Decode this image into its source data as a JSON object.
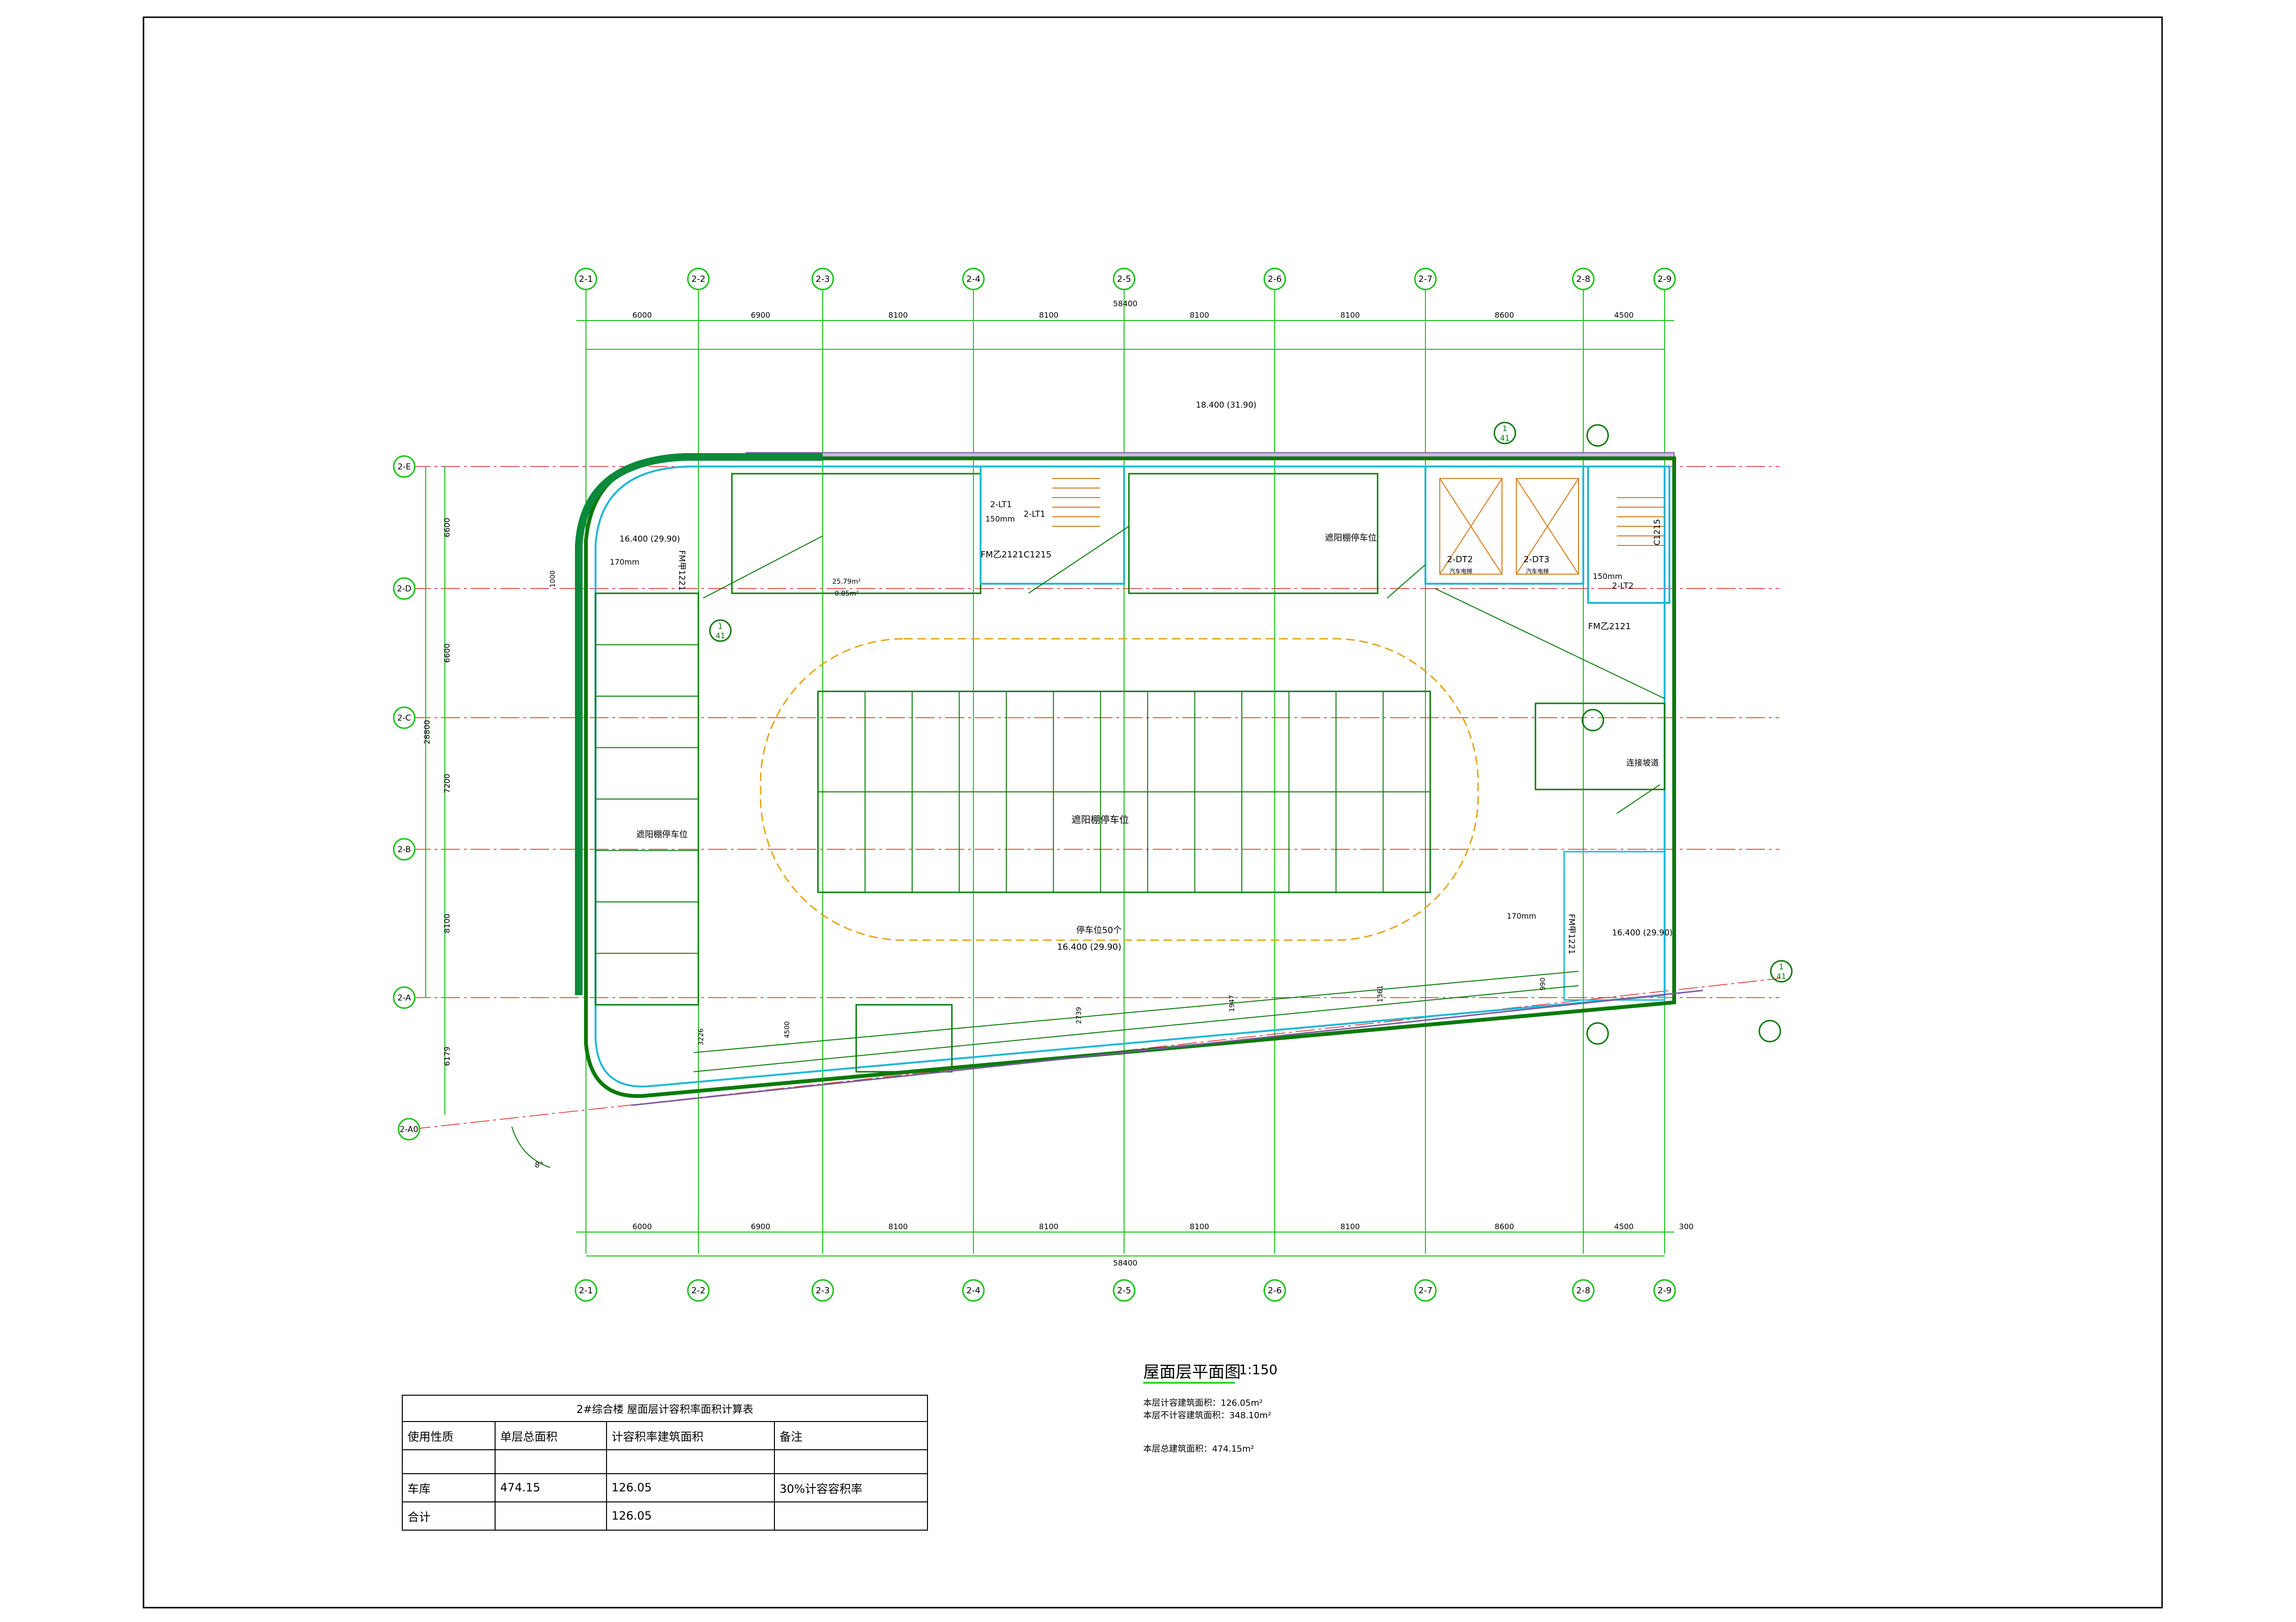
{
  "grid": {
    "columns": [
      "2-1",
      "2-2",
      "2-3",
      "2-4",
      "2-5",
      "2-6",
      "2-7",
      "2-8",
      "2-9"
    ],
    "rows": [
      "2-E",
      "2-D",
      "2-C",
      "2-B",
      "2-A",
      "2-A0"
    ],
    "top_spans": [
      "6000",
      "6900",
      "8100",
      "8100",
      "8100",
      "8100",
      "8600",
      "4500"
    ],
    "top_total": "58400",
    "bottom_spans": [
      "6000",
      "6900",
      "8100",
      "8100",
      "8100",
      "8100",
      "8600",
      "4500"
    ],
    "bottom_total": "58400",
    "bottom_extra": "300",
    "left_spans": [
      "6600",
      "6600",
      "7200",
      "8100",
      "6179"
    ],
    "left_total": "28800",
    "left_small": "1000",
    "angle": "8°"
  },
  "plan_labels": {
    "parking_center": "遮阳棚停车位",
    "parking_left": "遮阳棚停车位",
    "parking_right": "遮阳棚停车位",
    "parking_count": "停车位50个",
    "elev_main": "16.400 (29.90)",
    "elev_left": "16.400 (29.90)",
    "elev_right": "16.400 (29.90)",
    "elev_top": "18.400 (31.90)",
    "door_left": "FM甲1221",
    "door_mid": "FM乙2121",
    "window_mid": "C1215",
    "door_right": "FM乙2121",
    "door_right_low": "FM甲1221",
    "window_right": "C1215",
    "stair_1": "2-LT1",
    "stair_1b": "2-LT1",
    "stair_2": "2-LT2",
    "elevator_2": "2-DT2",
    "elevator_3": "2-DT3",
    "elevator_note": "汽车电梯",
    "ramp_note": "连接坡道",
    "thick_150": "150mm",
    "thick_170": "170mm",
    "area_small": "25.79m²",
    "area_small2": "0.85m²",
    "detail_41": "41",
    "detail_1": "1",
    "dim_vertical": [
      "3226",
      "4500",
      "2739",
      "1947",
      "1361",
      "990"
    ]
  },
  "title_block": {
    "title": "屋面层平面图",
    "scale": "1:150",
    "line1": "本层计容建筑面积：126.05m²",
    "line2": "本层不计容建筑面积：348.10m²",
    "line3": "本层总建筑面积：474.15m²"
  },
  "table": {
    "title": "2#综合楼 屋面层计容积率面积计算表",
    "headers": [
      "使用性质",
      "单层总面积",
      "计容积率建筑面积",
      "备注"
    ],
    "rows": [
      [
        "车库",
        "474.15",
        "126.05",
        "30%计容容积率"
      ],
      [
        "合计",
        "",
        "126.05",
        ""
      ]
    ]
  },
  "colors": {
    "grid_line": "#19c219",
    "axis_line": "#e11d1d",
    "wall": "#0a7a0a",
    "glass": "#22b8d6",
    "parapet": "#7a5aa0",
    "dashed_oval": "#e5a61b",
    "text": "#000000"
  }
}
